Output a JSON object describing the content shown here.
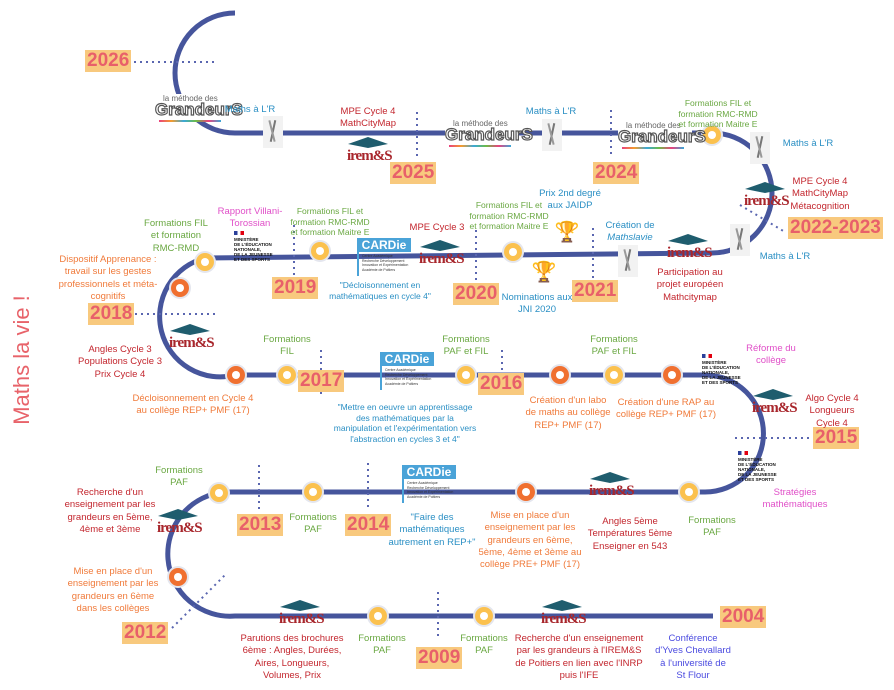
{
  "title": "Maths la vie !",
  "colors": {
    "track": "#46559c",
    "year_bg": "#f8c97e",
    "year_text": "#e8606a",
    "green": "#6aa842",
    "red": "#c3262e",
    "orange": "#f07a3a",
    "blue": "#2a8fc4",
    "pink": "#e04fc8"
  },
  "years": [
    "2026",
    "2025",
    "2024",
    "2022-2023",
    "2021",
    "2020",
    "2019",
    "2018",
    "2017",
    "2016",
    "2015",
    "2014",
    "2013",
    "2012",
    "2009",
    "2004"
  ],
  "logos": {
    "irem": "irem&S",
    "methode_small": "la méthode des",
    "methode_big": "GrandeurS",
    "cardie": "CARDie",
    "cardie_sub": "Centre Académique\nRecherche Développement\nInnovation et Expérimentation\nAcadémie de Poitiers",
    "ministere": "MINISTÈRE\nDE L'ÉDUCATION\nNATIONALE,\nDE LA JEUNESSE\nET DES SPORTS"
  },
  "events": {
    "maths_lr": "Maths à L'R",
    "mpe4_mcm": "MPE Cycle 4\nMathCityMap",
    "form_fil_rmc_e": "Formations  FIL et\nformation RMC-RMD\net formation Maitre E",
    "mpe4_mcm_meta": "MPE Cycle 4\nMathCityMap\nMétacognition",
    "form_fil_rmc": "Formations  FIL\net formation\nRMC-RMD",
    "villani": "Rapport Villani-\nTorossian",
    "mpe3": "MPE Cycle 3",
    "decloison_c4": "\"Décloisonnement en\nmathématiques en cycle 4\"",
    "prix_jaidp": "Prix 2nd degré\naux JAIDP",
    "nominations": "Nominations aux\nJNI 2020",
    "mathslavie_pre": "Création de",
    "mathslavie": "Mathslavie",
    "europe": "Participation au\nprojet européen\nMathcitymap",
    "apprenance": "Dispositif Apprenance :\ntravail sur les gestes\nprofessionnels et méta-\ncognitifs",
    "cycle3": "Angles Cycle 3\nPopulations Cycle 3\nPrix Cycle 4",
    "form_fil": "Formations\nFIL",
    "decloison_rep": "Décloisonnement en Cycle 4\nau collège REP+ PMF (17)",
    "manipulation": "\"Mettre en oeuvre un apprentissage\ndes mathématiques par la\nmanipulation et l'expérimentation vers\nl'abstraction en cycles 3 et 4\"",
    "form_paf_fil": "Formations\nPAF et FIL",
    "labo": "Création d'un labo\nde maths au collège\nREP+ PMF (17)",
    "rap": "Création d'une RAP au\ncollège REP+ PMF (17)",
    "reforme": "Réforme du\ncollège",
    "algo": "Algo Cycle 4\nLongueurs Cycle 4",
    "strategies": "Stratégies\nmathématiques",
    "form_paf": "Formations\nPAF",
    "recherche_543": "Recherche d'un\nenseignement par les\ngrandeurs en 5ème,\n4ème et 3ème",
    "autrement": "\"Faire des\nmathématiques\nautrement en REP+\"",
    "mise_pre": "Mise en place d'un\nenseignement par les\ngrandeurs en 6ème,\n5ème, 4ème et 3ème au\ncollège PRE+ PMF (17)",
    "angles5": "Angles 5ème\nTempératures 5ème\nEnseigner en 543",
    "mise_6": "Mise en place d'un\nenseignement par les\ngrandeurs en 6ème\ndans les collèges",
    "brochures": "Parutions des brochures\n6ème : Angles, Durées,\nAires, Longueurs,\nVolumes, Prix",
    "recherche_irem": "Recherche d'un enseignement\npar les grandeurs à l'IREM&S\nde Poitiers en lien avec l'INRP\npuis l'IFE",
    "chevallard": "Conférence\nd'Yves Chevallard\nà l'université de\nSt Flour"
  }
}
